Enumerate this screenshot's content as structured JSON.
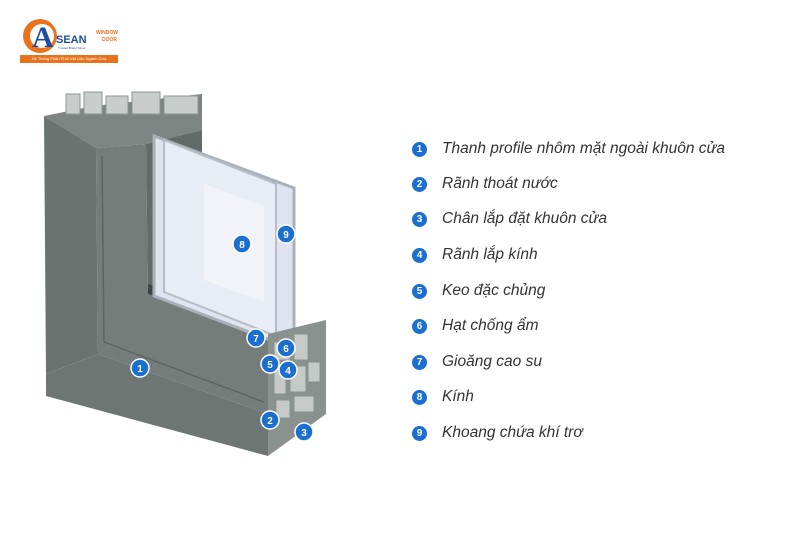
{
  "logo": {
    "letter": "A",
    "brand": "SEAN",
    "word_window": "WINDOW",
    "word_door": "DOOR",
    "sub": "Trusted Brand Since",
    "tagline": "Hệ Thống Phân Phối Vật Liệu Ngành Cửa"
  },
  "colors": {
    "accent_blue": "#1a6fd0",
    "brand_orange": "#e8731c",
    "brand_navy": "#1b4d9c",
    "profile_gray": "#6b7370"
  },
  "diagram_badges": [
    "1",
    "2",
    "3",
    "4",
    "5",
    "6",
    "7",
    "8",
    "9"
  ],
  "legend": [
    {
      "num": "1",
      "text": "Thanh profile nhôm mặt ngoài khuôn cửa"
    },
    {
      "num": "2",
      "text": "Rãnh thoát nước"
    },
    {
      "num": "3",
      "text": "Chân lắp đặt khuôn cửa"
    },
    {
      "num": "4",
      "text": "Rãnh lắp kính"
    },
    {
      "num": "5",
      "text": "Keo đặc chủng"
    },
    {
      "num": "6",
      "text": "Hạt chống ẩm"
    },
    {
      "num": "7",
      "text": "Gioăng cao su"
    },
    {
      "num": "8",
      "text": "Kính"
    },
    {
      "num": "9",
      "text": "Khoang chứa khí trơ"
    }
  ]
}
